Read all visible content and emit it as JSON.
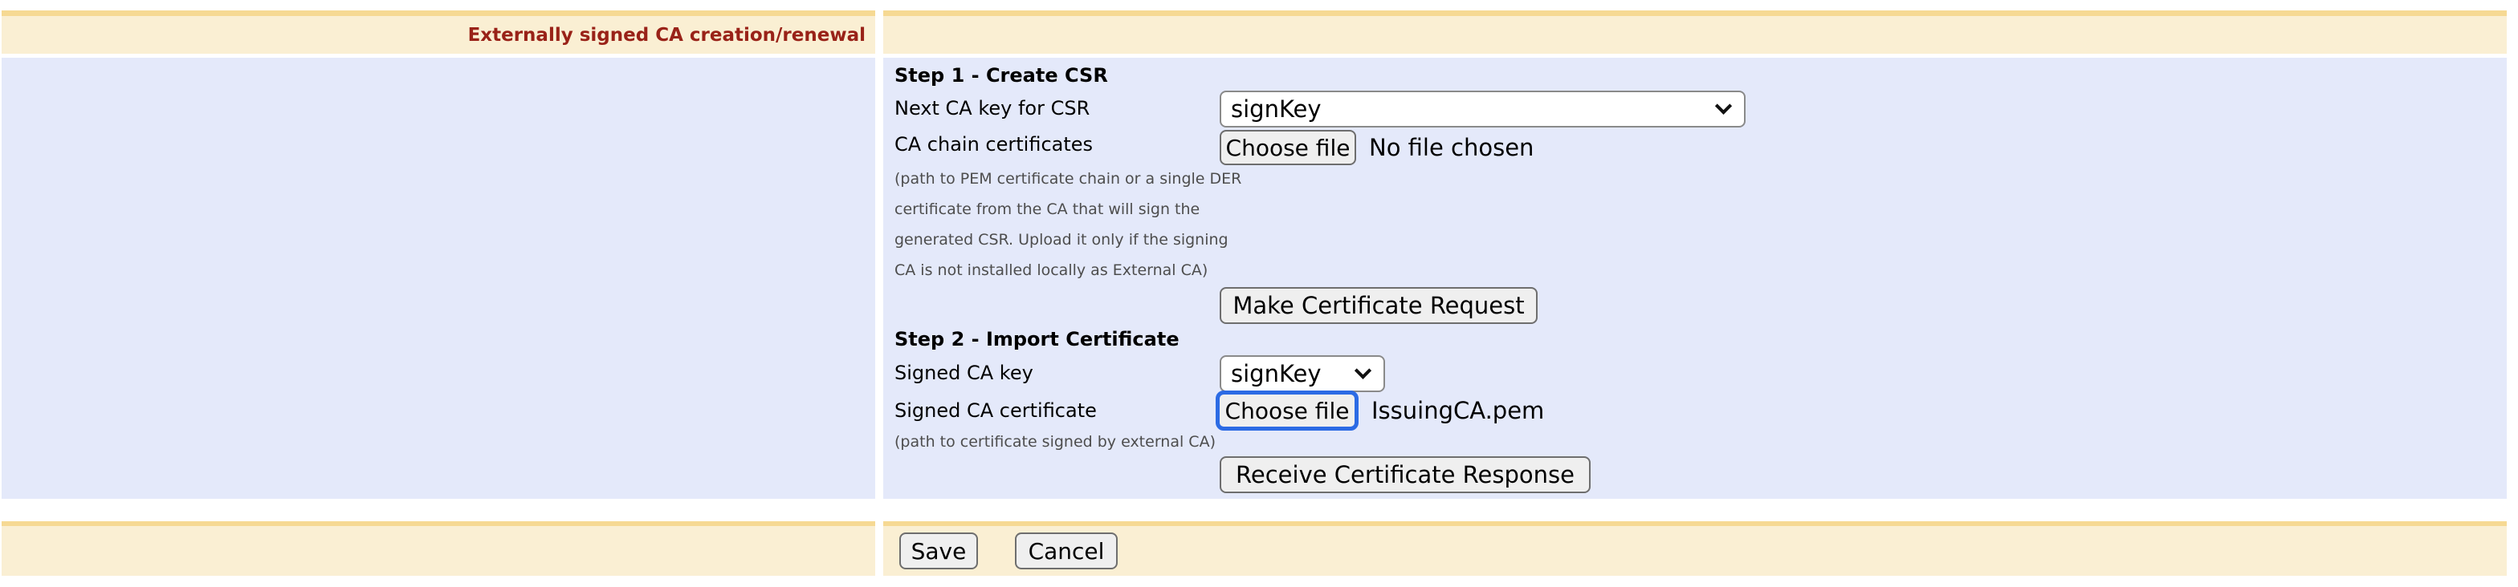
{
  "title_bar": {
    "title": "Externally signed CA creation/renewal"
  },
  "step1": {
    "heading": "Step 1 - Create CSR",
    "next_ca_key": {
      "label": "Next CA key for CSR",
      "selected": "signKey"
    },
    "ca_chain": {
      "label": "CA chain certificates",
      "choose_file_label": "Choose file",
      "file_status": "No file chosen",
      "note_lines": [
        "(path to PEM certificate chain or a single DER",
        "certificate from the CA that will sign the",
        "generated CSR. Upload it only if the signing",
        "CA is not installed locally as External CA)"
      ]
    },
    "make_request_label": "Make Certificate Request"
  },
  "step2": {
    "heading": "Step 2 - Import Certificate",
    "signed_ca_key": {
      "label": "Signed CA key",
      "selected": "signKey"
    },
    "signed_ca_certificate": {
      "label": "Signed CA certificate",
      "choose_file_label": "Choose file",
      "file_name": "IssuingCA.pem",
      "note": "(path to certificate signed by external CA)"
    },
    "receive_response_label": "Receive Certificate Response"
  },
  "footer": {
    "save_label": "Save",
    "cancel_label": "Cancel"
  },
  "colors": {
    "accent_tan": "#F6D993",
    "panel_beige": "#FAEFD3",
    "panel_lavender": "#E4E9FA",
    "title_red": "#992218",
    "focus_blue": "#2C6BE4",
    "note_gray": "#4D4D4D"
  }
}
